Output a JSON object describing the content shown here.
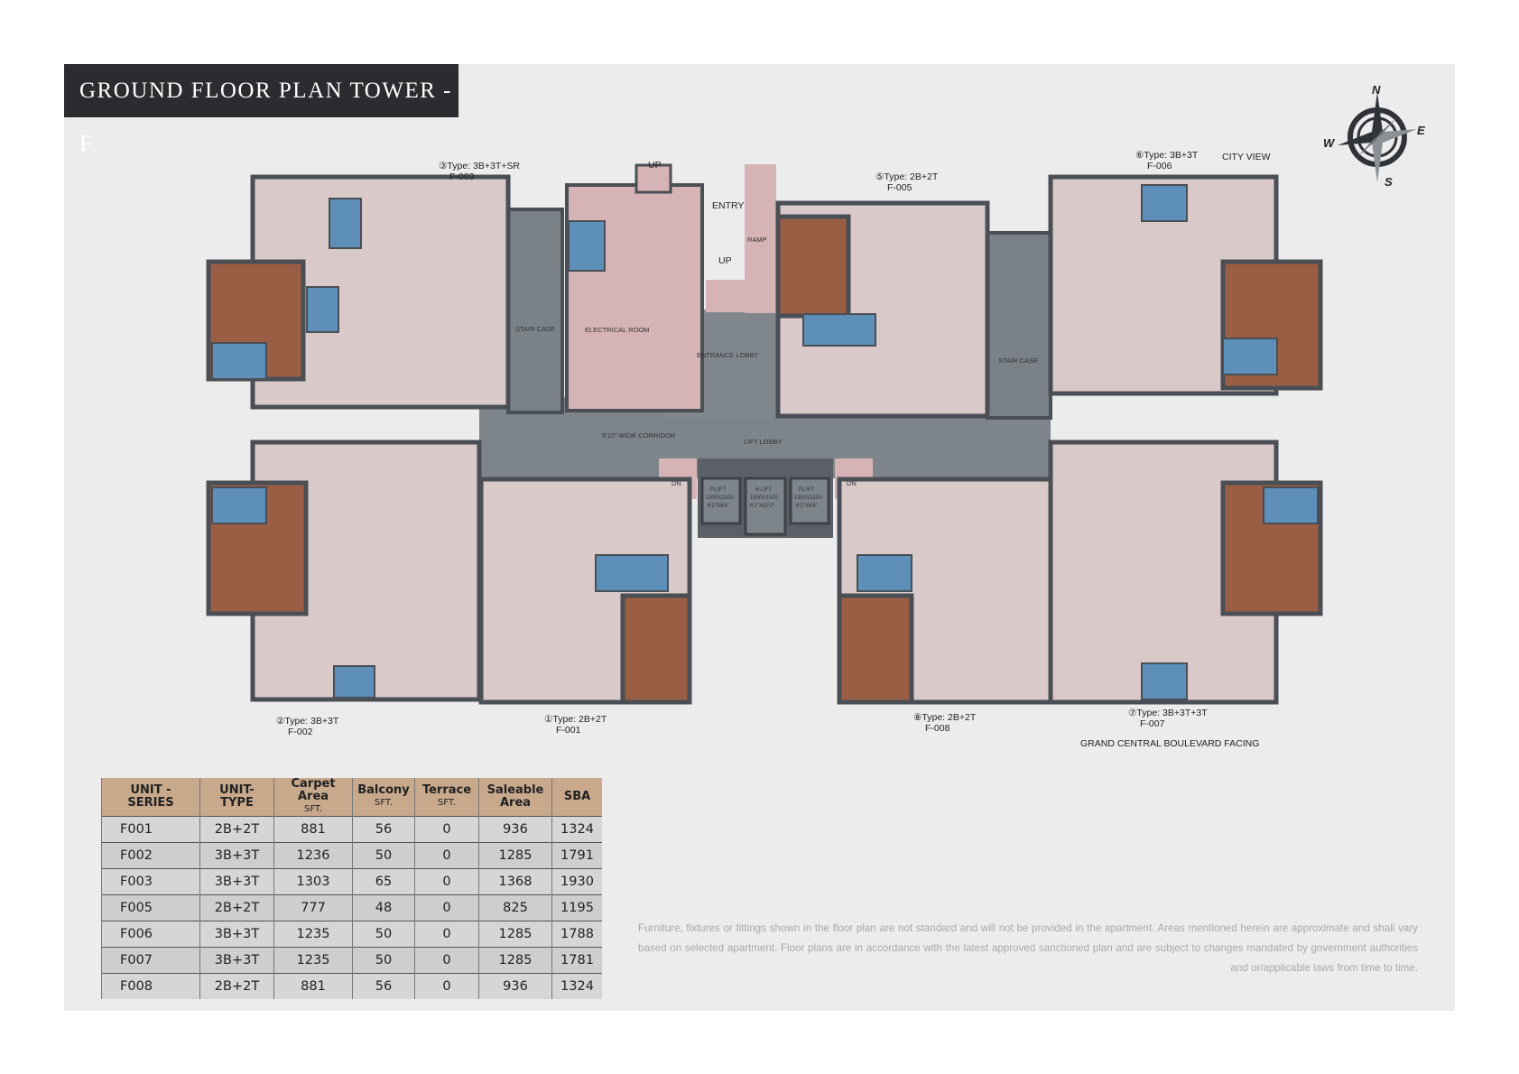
{
  "title": "GROUND FLOOR PLAN TOWER - F",
  "compass": {
    "n": "N",
    "e": "E",
    "s": "S",
    "w": "W"
  },
  "plan": {
    "units": [
      {
        "num": "③",
        "type": "Type: 3B+3T+SR",
        "code": "F-003"
      },
      {
        "num": "⑤",
        "type": "Type: 2B+2T",
        "code": "F-005"
      },
      {
        "num": "⑥",
        "type": "Type: 3B+3T",
        "code": "F-006"
      },
      {
        "num": "②",
        "type": "Type: 3B+3T",
        "code": "F-002"
      },
      {
        "num": "①",
        "type": "Type: 2B+2T",
        "code": "F-001"
      },
      {
        "num": "⑧",
        "type": "Type: 2B+2T",
        "code": "F-008"
      },
      {
        "num": "⑦",
        "type": "Type: 3B+3T+3T",
        "code": "F-007"
      }
    ],
    "city_view": "CITY VIEW",
    "boulevard": "GRAND CENTRAL BOULEVARD FACING",
    "up": "UP",
    "dn": "DN",
    "entry": "ENTRY",
    "ramp": "RAMP",
    "electrical_room": "ELECTRICAL ROOM",
    "entrance_lobby": "ENTRANCE LOBBY",
    "corridor": "5'10\"  WIDE CORRIDOR",
    "lift_lobby": "LIFT LOBBY",
    "staircase": "STAIR CASE",
    "lifts": [
      {
        "name": "P.LIFT",
        "size": "1900X2100",
        "dim": "6'2\"X6'9\""
      },
      {
        "name": "H.LIFT",
        "size": "1900X3100",
        "dim": "6'2\"X10'2\""
      },
      {
        "name": "P.LIFT",
        "size": "1900X2100",
        "dim": "6'2\"X6'9\""
      }
    ]
  },
  "table": {
    "headers": [
      {
        "main": "UNIT - SERIES",
        "sub": ""
      },
      {
        "main": "UNIT-TYPE",
        "sub": ""
      },
      {
        "main": "Carpet Area",
        "sub": "SFT."
      },
      {
        "main": "Balcony",
        "sub": "SFT."
      },
      {
        "main": "Terrace",
        "sub": "SFT."
      },
      {
        "main": "Saleable Area",
        "sub": ""
      },
      {
        "main": "SBA",
        "sub": ""
      }
    ],
    "rows": [
      [
        "F001",
        "2B+2T",
        "881",
        "56",
        "0",
        "936",
        "1324"
      ],
      [
        "F002",
        "3B+3T",
        "1236",
        "50",
        "0",
        "1285",
        "1791"
      ],
      [
        "F003",
        "3B+3T",
        "1303",
        "65",
        "0",
        "1368",
        "1930"
      ],
      [
        "F005",
        "2B+2T",
        "777",
        "48",
        "0",
        "825",
        "1195"
      ],
      [
        "F006",
        "3B+3T",
        "1235",
        "50",
        "0",
        "1285",
        "1788"
      ],
      [
        "F007",
        "3B+3T",
        "1235",
        "50",
        "0",
        "1285",
        "1781"
      ],
      [
        "F008",
        "2B+2T",
        "881",
        "56",
        "0",
        "936",
        "1324"
      ]
    ]
  },
  "disclaimer": "Furniture, fixtures or fittings shown in the floor plan are not standard and will not be provided in the apartment. Areas mentioned herein are approximate and shall vary based on selected apartment. Floor plans are in accordance with the latest approved sanctioned plan and are subject to changes mandated by government authorities and or/applicable laws from time to time.",
  "colors": {
    "title_bg": "#2b2c30",
    "core": "#7d848a",
    "unit": "#d9c9c9",
    "pink": "#d6b3b5",
    "wood": "#9a5e45",
    "tile": "#5d8fb8",
    "table_header": "#c8a98c"
  }
}
